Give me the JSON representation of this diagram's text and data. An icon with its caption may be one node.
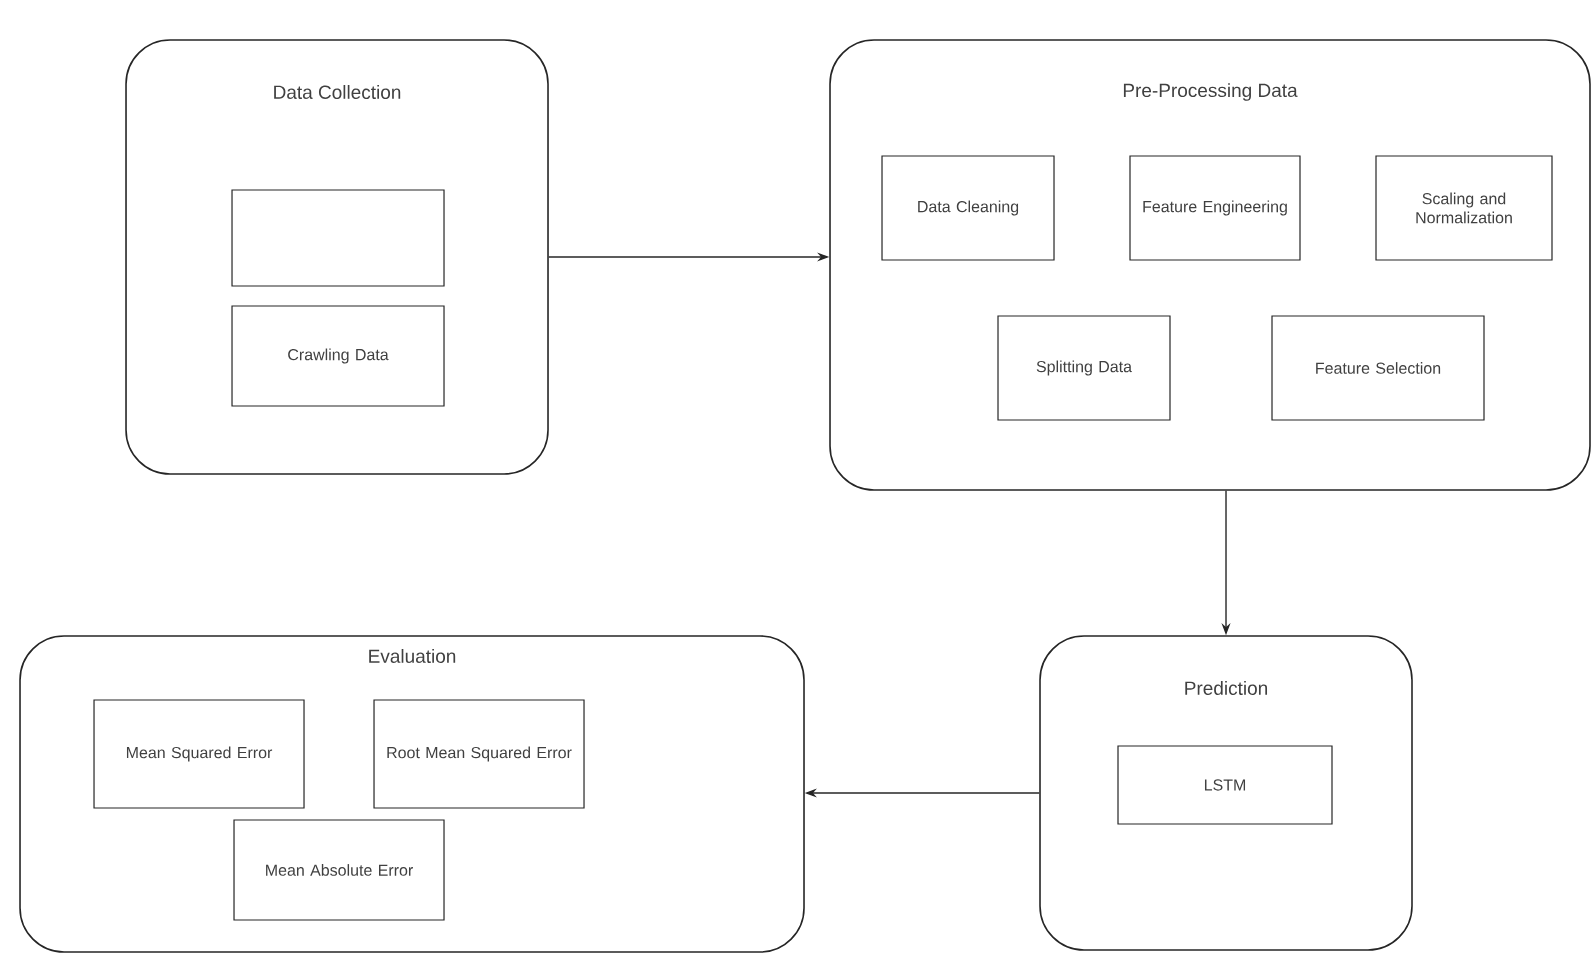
{
  "diagram": {
    "nodes": [
      {
        "text": [
          "Data Collection"
        ]
      },
      {
        "text": [],
        "shape": "box",
        "in": 0
      },
      {
        "text": [
          "Crawling Data"
        ],
        "in": 0
      },
      {
        "text": [
          "Pre-Processing Data"
        ]
      },
      {
        "text": [
          "Data Cleaning"
        ],
        "in": 3
      },
      {
        "text": [
          "Feature Engineering"
        ],
        "in": 3
      },
      {
        "text": [
          "Scaling and Normalization"
        ],
        "in": 3
      },
      {
        "text": [
          "Splitting Data"
        ],
        "in": 3
      },
      {
        "text": [
          "Feature Selection"
        ],
        "in": 3
      },
      {
        "text": [
          "Evaluation"
        ]
      },
      {
        "text": [
          "Mean Squared Error"
        ],
        "in": 9
      },
      {
        "text": [
          "Root Mean Squared Error"
        ],
        "in": 9
      },
      {
        "text": [
          "Mean Absolute Error"
        ],
        "in": 9
      },
      {
        "text": [
          "Prediction"
        ]
      },
      {
        "text": [
          "LSTM"
        ],
        "in": 13
      }
    ],
    "edges": [
      {
        "from": 0,
        "to": 3,
        "arrow": "to"
      },
      {
        "from": 3,
        "to": 13,
        "arrow": "to"
      },
      {
        "from": 13,
        "to": 9,
        "arrow": "to"
      }
    ]
  }
}
